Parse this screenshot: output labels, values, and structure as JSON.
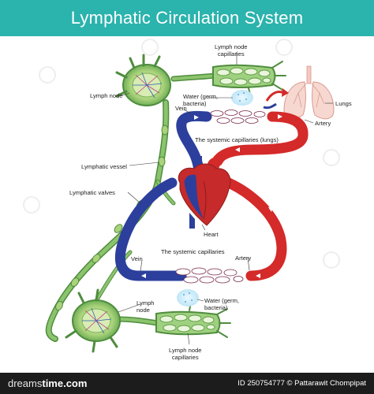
{
  "title": "Lymphatic Circulation System",
  "labels": {
    "lymph_node_capillaries_top": "Lymph node\ncapillaries",
    "lymph_node_top": "Lymph node",
    "lungs": "Lungs",
    "water_top": "Water (germ,\nbacteria)",
    "vein_top": "Vein",
    "artery_top": "Artery",
    "systemic_capillaries_lungs": "The systemic capillaries (lungs)",
    "lymphatic_vessel": "Lymphatic vessel",
    "lymphatic_valves": "Lymphatic valves",
    "heart": "Heart",
    "systemic_capillaries_bottom": "The systemic capillaries",
    "vein_bottom": "Vein",
    "artery_bottom": "Artery",
    "lymph_node_bottom": "Lymph\nnode",
    "water_bottom": "Water (germ,\nbacteria)",
    "lymph_node_capillaries_bottom": "Lymph node\ncapillaries"
  },
  "footer": {
    "brand_prefix": "dreams",
    "brand_suffix": "time.com",
    "credit": "ID 250754777 © Pattarawit Chompipat"
  },
  "colors": {
    "header": "#2bb3ad",
    "lymph_green": "#6fae57",
    "vein_blue": "#2c3f9c",
    "artery_red": "#d42a2a"
  }
}
